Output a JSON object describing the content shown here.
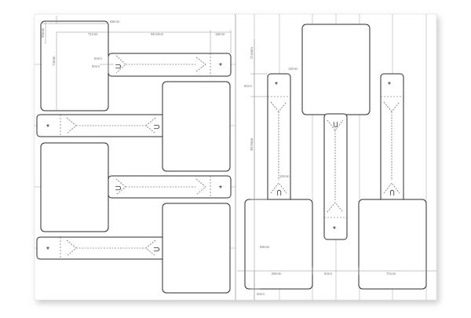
{
  "sheet": {
    "title": "",
    "colors": {
      "paper": "#ffffff",
      "shadow": "#bdbdbd",
      "outline": "#2b2b2b",
      "guide": "#9a9a9a",
      "dimension": "#8c8c8c",
      "dimension_text": "#7a7a7a"
    }
  },
  "dimension_labels": {
    "left_top_width": "68mm",
    "left_top_height": "90mm",
    "left_tag_offset": "71mm",
    "left_handle_length": "98.5mm",
    "left_end_tab": "18mm",
    "left_card_height": "74mm",
    "left_slot_width": "8mm",
    "left_slot_height": "8mm",
    "right_tag_length": "214mm",
    "right_tab": "15mm",
    "right_slot_small": "8mm",
    "right_upper_handle": "98.5mm",
    "right_slot_offset": "10mm",
    "right_card_height": "89mm",
    "bottom_card_width": "68mm",
    "bottom_gap": "6mm",
    "bottom_card_width_2": "71mm",
    "bottom_tail": "6mm"
  },
  "tags": [
    {
      "id": "tag-1",
      "hole_symbol": "*",
      "hook_symbol": "⊃"
    },
    {
      "id": "tag-2",
      "hole_symbol": "*",
      "hook_symbol": "⊃"
    },
    {
      "id": "tag-3",
      "hole_symbol": "*",
      "hook_symbol": "⊃"
    },
    {
      "id": "tag-4",
      "hole_symbol": "*",
      "hook_symbol": "⊃"
    },
    {
      "id": "tag-5",
      "hole_symbol": "*",
      "hook_symbol": "⊃"
    },
    {
      "id": "tag-6",
      "hole_symbol": "*",
      "hook_symbol": "⊃"
    },
    {
      "id": "tag-7",
      "hole_symbol": "*",
      "hook_symbol": "⊃"
    }
  ]
}
